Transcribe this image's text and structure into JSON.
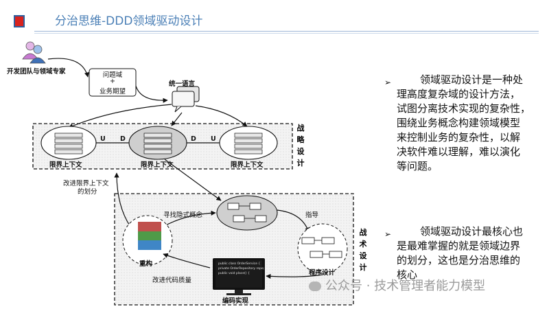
{
  "header": {
    "title": "分治思维-DDD领域驱动设计"
  },
  "diagram": {
    "team_label": "开发团队与领域专家",
    "problem_domain": "问题域",
    "plus": "+",
    "business_expectation": "业务期望",
    "ubiquitous_language": "统一语言",
    "context_left": "限界上下文",
    "context_center": "限界上下文",
    "context_right": "限界上下文",
    "u1": "U",
    "d1": "D",
    "d2": "D",
    "u2": "U",
    "strategic_chars": [
      "战",
      "略",
      "设",
      "计"
    ],
    "tactical_chars": [
      "战",
      "术",
      "设",
      "计"
    ],
    "improve_context_line1": "改进限界上下文",
    "improve_context_line2": "的划分",
    "find_concepts": "寻找隐式概念",
    "guide": "指导",
    "refactor": "重构",
    "program_design": "程序设计",
    "improve_quality": "改进代码质量",
    "coding": "编码实现",
    "code_line1": "public class OrderService {",
    "code_line2": "private OrderRepository repo;",
    "code_line3": "public void place() {"
  },
  "right_panel": {
    "bullet_symbol": "➢",
    "para1_lines": [
      "领域驱动设计是一种处",
      "理高度复杂域的设计方法，",
      "试图分离技术实现的复杂性，",
      "围绕业务概念构建领域模型",
      "来控制业务的复杂性，以解",
      "决软件难以理解，难以演化",
      "等问题。"
    ],
    "para2_lines": [
      "领域驱动设计最核心也",
      "是最难掌握的就是领域边界",
      "的划分，这也是分治思维的",
      "核心"
    ]
  },
  "watermark": "公众号 · 技术管理者能力模型",
  "colors": {
    "title": "#4a7fb6",
    "logo_red": "#d9231d",
    "refactor_red": "#c0504d",
    "refactor_green": "#4f9a48",
    "refactor_blue": "#3f86c6",
    "box_gray": "#ececec"
  }
}
